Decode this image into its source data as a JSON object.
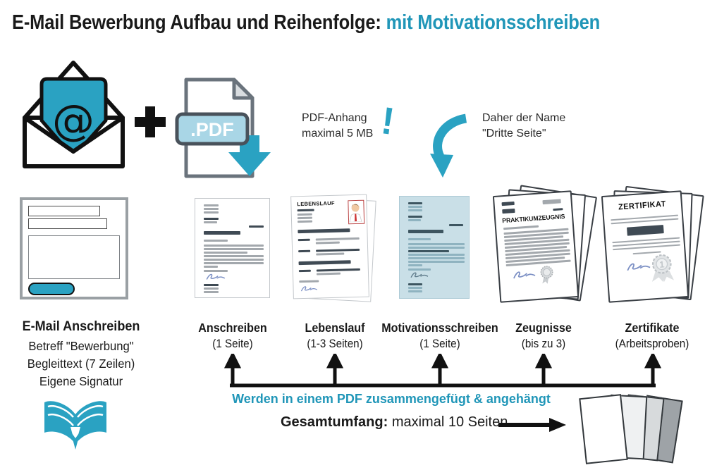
{
  "title": {
    "black": "E-Mail Bewerbung Aufbau und Reihenfolge:",
    "teal": "mit Motivationsschreiben"
  },
  "top": {
    "plus": "+",
    "pdf_label": ".PDF",
    "pdf_note_line1": "PDF-Anhang",
    "pdf_note_line2": "maximal 5 MB",
    "exclamation": "!",
    "name_note_line1": "Daher der Name",
    "name_note_line2": "\"Dritte Seite\""
  },
  "email_column": {
    "title": "E-Mail Anschreiben",
    "lines": [
      "Betreff \"Bewerbung\"",
      "Begleittext (7 Zeilen)",
      "Eigene Signatur"
    ]
  },
  "documents": [
    {
      "name": "Anschreiben",
      "sub": "(1 Seite)"
    },
    {
      "name": "Lebenslauf",
      "sub": "(1-3 Seiten)",
      "page_title": "LEBENSLAUF"
    },
    {
      "name": "Motivationsschreiben",
      "sub": "(1 Seite)"
    },
    {
      "name": "Zeugnisse",
      "sub": "(bis zu 3)",
      "page_title": "PRAKTIKUMZEUGNIS"
    },
    {
      "name": "Zertifikate",
      "sub": "(Arbeitsproben)",
      "page_title": "ZERTIFIKAT"
    }
  ],
  "bottom": {
    "merge_note": "Werden in einem PDF zusammengefügt & angehängt",
    "total_label": "Gesamtumfang:",
    "total_value": "maximal 10 Seiten",
    "seal_number": "1"
  },
  "colors": {
    "teal_text": "#2096b8",
    "teal_icon": "#2aa2c2",
    "pdf_badge": "#a9d6e6",
    "doc_highlight": "#c9dfe7",
    "bar_dark": "#3f4a54",
    "bar_gray": "#a3a8ad",
    "signature_blue": "#7b8fc4"
  }
}
